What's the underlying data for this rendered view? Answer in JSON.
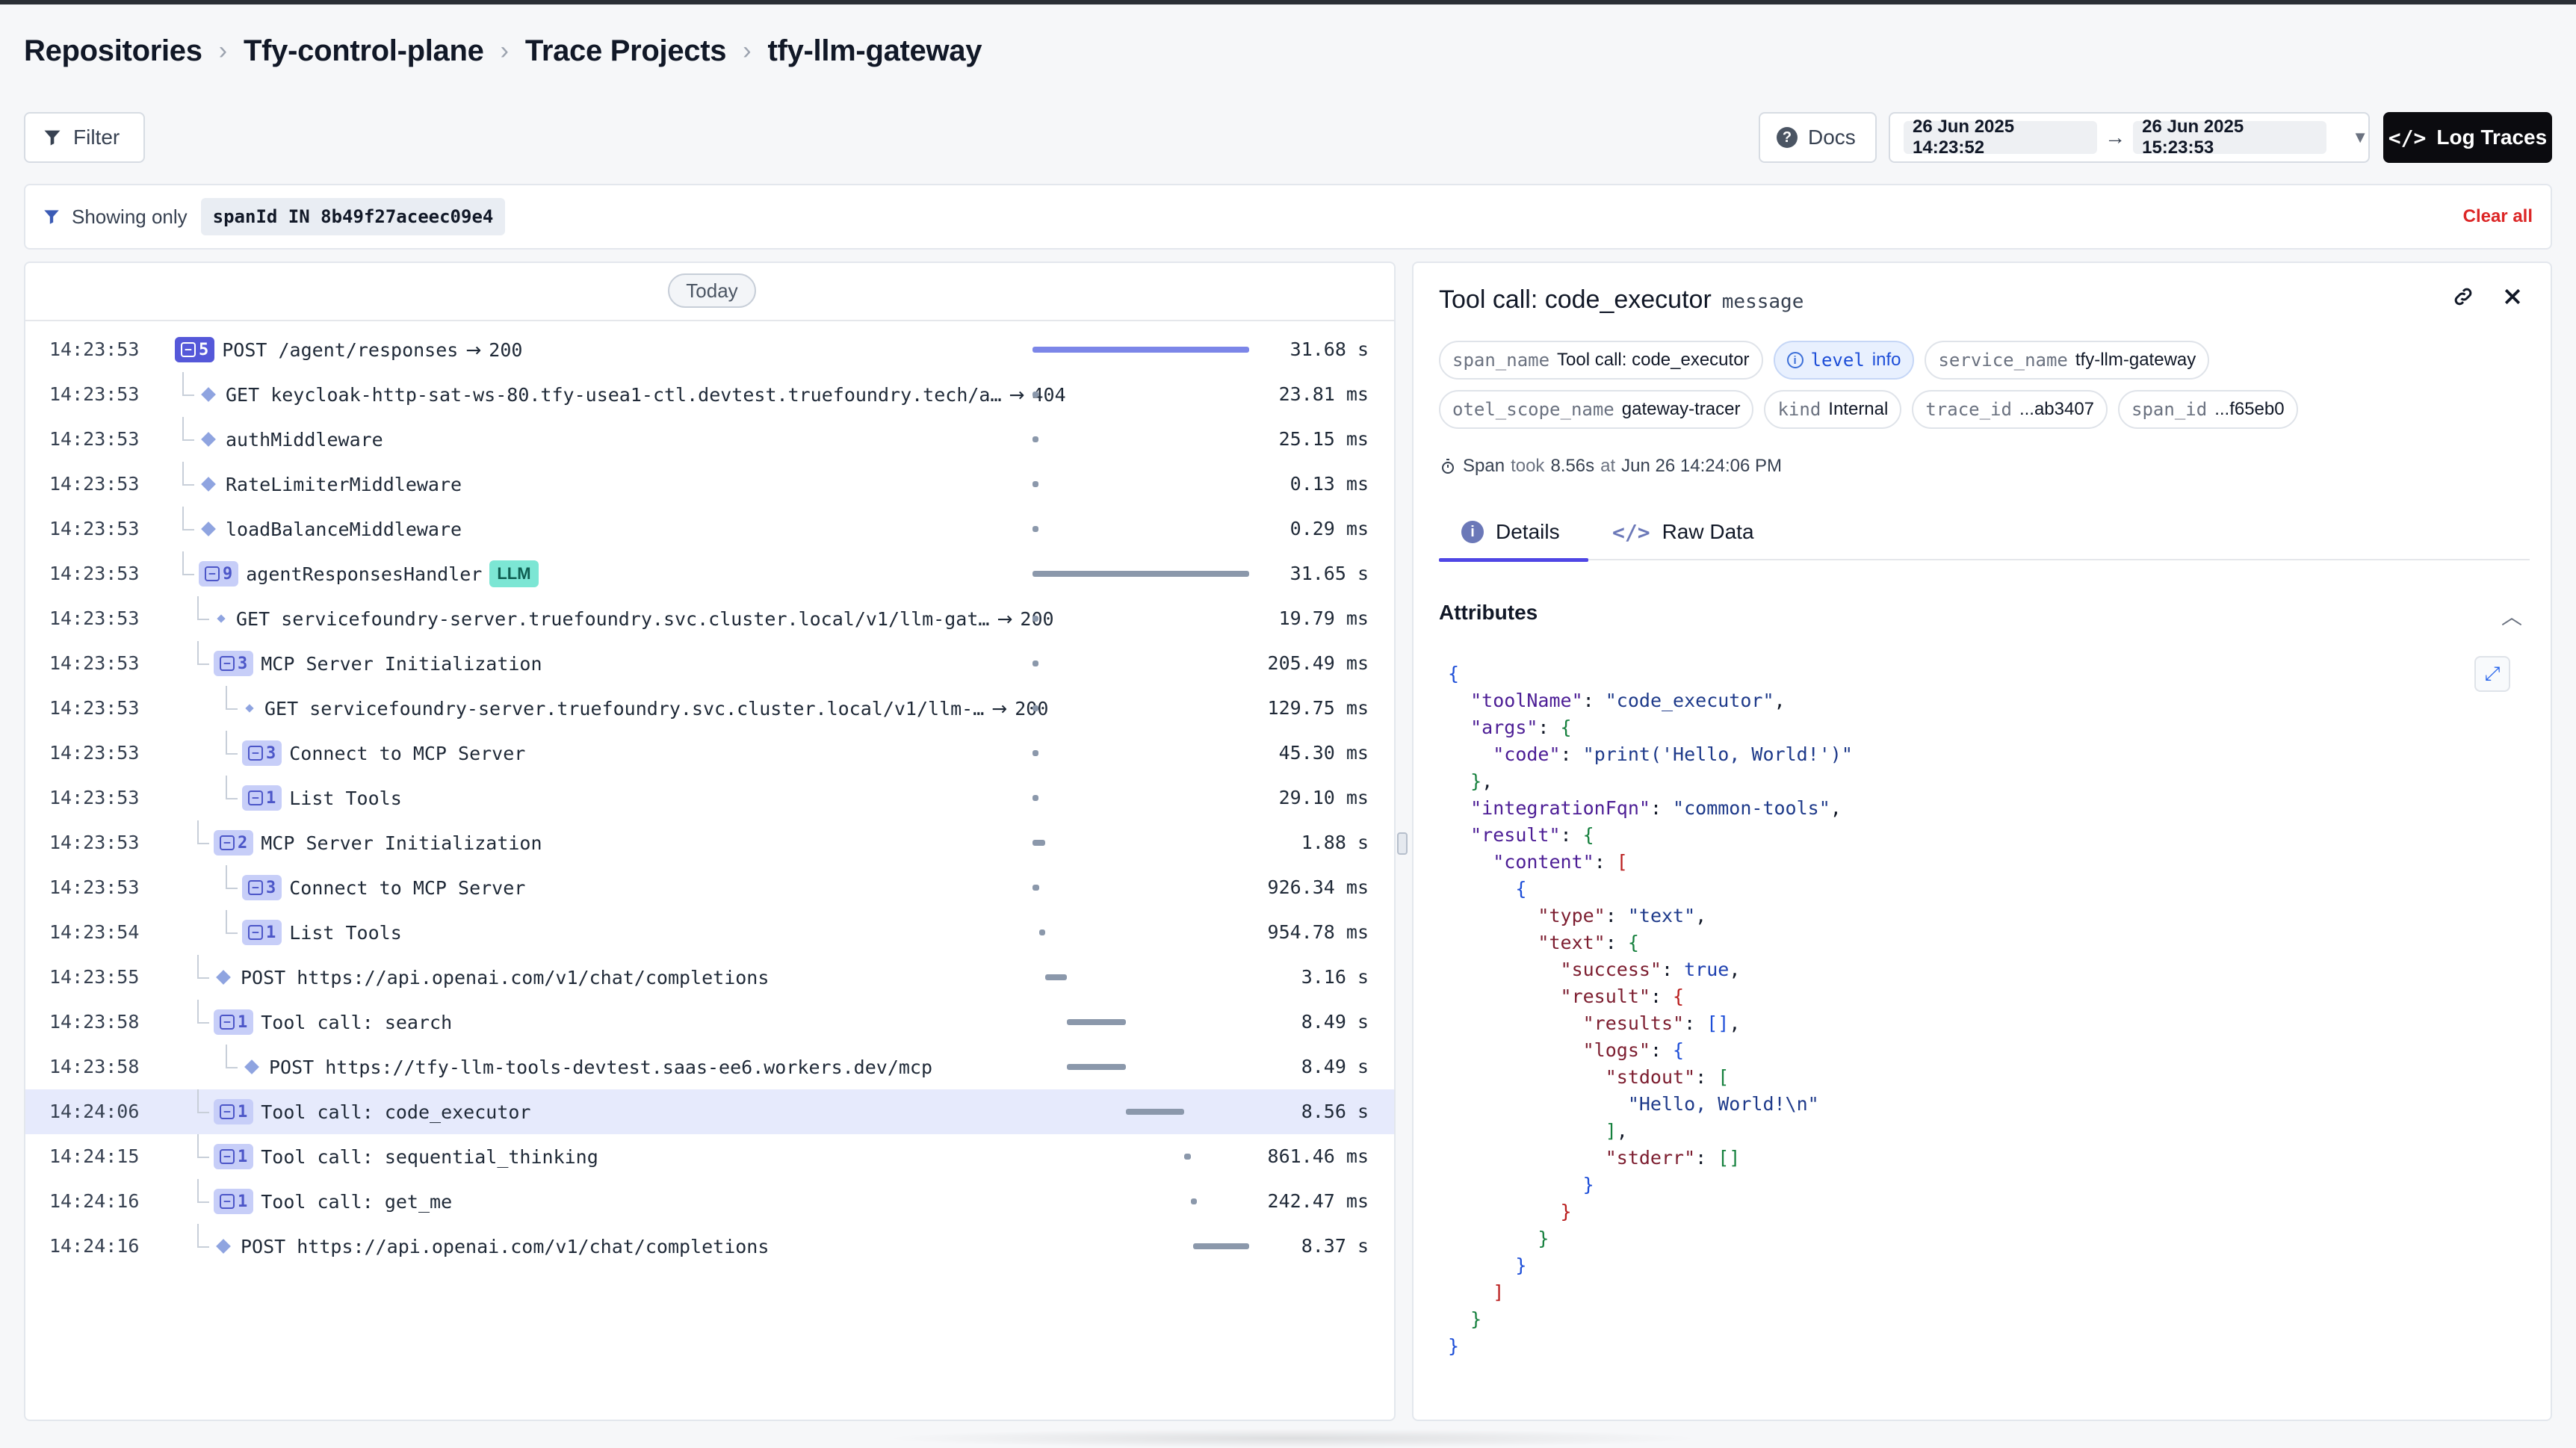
{
  "breadcrumb": [
    "Repositories",
    "Tfy-control-plane",
    "Trace Projects",
    "tfy-llm-gateway"
  ],
  "toolbar": {
    "filter_label": "Filter",
    "docs_label": "Docs",
    "start_date": "26 Jun 2025 14:23:52",
    "end_date": "26 Jun 2025 15:23:53",
    "log_traces_label": "Log Traces"
  },
  "showing": {
    "label": "Showing only",
    "filter_chip": "spanId IN 8b49f27aceec09e4",
    "clear_label": "Clear all"
  },
  "trace": {
    "group_label": "Today",
    "rows": [
      {
        "time": "14:23:53",
        "indent": 0,
        "badge": "5",
        "badge_dark": true,
        "label": "POST /agent/responses",
        "status": "200",
        "dur": "31.68 s",
        "bar": [
          0.0,
          1.0
        ],
        "primary": true
      },
      {
        "time": "14:23:53",
        "indent": 1,
        "leaf": true,
        "label": "GET keycloak-http-sat-ws-80.tfy-usea1-ctl.devtest.truefoundry.tech/a…",
        "status": "404",
        "dur": "23.81 ms",
        "bar": [
          0.0,
          0.01
        ]
      },
      {
        "time": "14:23:53",
        "indent": 1,
        "leaf": true,
        "label": "authMiddleware",
        "dur": "25.15 ms",
        "bar": [
          0.0,
          0.01
        ]
      },
      {
        "time": "14:23:53",
        "indent": 1,
        "leaf": true,
        "label": "RateLimiterMiddleware",
        "dur": "0.13 ms",
        "bar": [
          0.0,
          0.01
        ]
      },
      {
        "time": "14:23:53",
        "indent": 1,
        "leaf": true,
        "label": "loadBalanceMiddleware",
        "dur": "0.29 ms",
        "bar": [
          0.0,
          0.01
        ]
      },
      {
        "time": "14:23:53",
        "indent": 1,
        "badge": "9",
        "label": "agentResponsesHandler",
        "llm": "LLM",
        "dur": "31.65 s",
        "bar": [
          0.0,
          1.0
        ]
      },
      {
        "time": "14:23:53",
        "indent": 2,
        "leaf": true,
        "small": true,
        "label": "GET servicefoundry-server.truefoundry.svc.cluster.local/v1/llm-gat…",
        "status": "200",
        "dur": "19.79 ms",
        "bar": [
          0.0,
          0.01
        ]
      },
      {
        "time": "14:23:53",
        "indent": 2,
        "badge": "3",
        "label": "MCP Server Initialization",
        "dur": "205.49 ms",
        "bar": [
          0.0,
          0.01
        ]
      },
      {
        "time": "14:23:53",
        "indent": 3,
        "leaf": true,
        "small": true,
        "label": "GET servicefoundry-server.truefoundry.svc.cluster.local/v1/llm-…",
        "status": "200",
        "dur": "129.75 ms",
        "bar": [
          0.0,
          0.01
        ]
      },
      {
        "time": "14:23:53",
        "indent": 3,
        "badge": "3",
        "label": "Connect to MCP Server",
        "dur": "45.30 ms",
        "bar": [
          0.0,
          0.01
        ]
      },
      {
        "time": "14:23:53",
        "indent": 3,
        "badge": "1",
        "label": "List Tools",
        "dur": "29.10 ms",
        "bar": [
          0.0,
          0.01
        ]
      },
      {
        "time": "14:23:53",
        "indent": 2,
        "badge": "2",
        "label": "MCP Server Initialization",
        "dur": "1.88 s",
        "bar": [
          0.0,
          0.06
        ]
      },
      {
        "time": "14:23:53",
        "indent": 3,
        "badge": "3",
        "label": "Connect to MCP Server",
        "dur": "926.34 ms",
        "bar": [
          0.0,
          0.03
        ]
      },
      {
        "time": "14:23:54",
        "indent": 3,
        "badge": "1",
        "label": "List Tools",
        "dur": "954.78 ms",
        "bar": [
          0.03,
          0.03
        ]
      },
      {
        "time": "14:23:55",
        "indent": 2,
        "leaf": true,
        "label": "POST https://api.openai.com/v1/chat/completions",
        "dur": "3.16 s",
        "bar": [
          0.06,
          0.1
        ]
      },
      {
        "time": "14:23:58",
        "indent": 2,
        "badge": "1",
        "label": "Tool call: search",
        "dur": "8.49 s",
        "bar": [
          0.16,
          0.27
        ]
      },
      {
        "time": "14:23:58",
        "indent": 3,
        "leaf": true,
        "label": "POST https://tfy-llm-tools-devtest.saas-ee6.workers.dev/mcp",
        "dur": "8.49 s",
        "bar": [
          0.16,
          0.27
        ]
      },
      {
        "time": "14:24:06",
        "indent": 2,
        "badge": "1",
        "label": "Tool call: code_executor",
        "dur": "8.56 s",
        "bar": [
          0.43,
          0.27
        ],
        "selected": true
      },
      {
        "time": "14:24:15",
        "indent": 2,
        "badge": "1",
        "label": "Tool call: sequential_thinking",
        "dur": "861.46 ms",
        "bar": [
          0.7,
          0.03
        ]
      },
      {
        "time": "14:24:16",
        "indent": 2,
        "badge": "1",
        "label": "Tool call: get_me",
        "dur": "242.47 ms",
        "bar": [
          0.73,
          0.01
        ]
      },
      {
        "time": "14:24:16",
        "indent": 2,
        "leaf": true,
        "label": "POST https://api.openai.com/v1/chat/completions",
        "dur": "8.37 s",
        "bar": [
          0.74,
          0.26
        ]
      }
    ]
  },
  "detail": {
    "title": "Tool call: code_executor",
    "type": "message",
    "chips": [
      {
        "k": "span_name",
        "v": "Tool call: code_executor"
      },
      {
        "k": "level",
        "v": "info",
        "info": true
      },
      {
        "k": "service_name",
        "v": "tfy-llm-gateway"
      },
      {
        "k": "otel_scope_name",
        "v": "gateway-tracer"
      },
      {
        "k": "kind",
        "v": "Internal"
      },
      {
        "k": "trace_id",
        "v": "...ab3407"
      },
      {
        "k": "span_id",
        "v": "...f65eb0"
      }
    ],
    "span_prefix": "Span",
    "took_word": "took",
    "took_value": "8.56s",
    "at_word": "at",
    "at_value": "Jun 26 14:24:06 PM",
    "tab_details": "Details",
    "tab_raw": "Raw Data",
    "attributes_label": "Attributes",
    "attributes": {
      "toolName": "code_executor",
      "args": {
        "code": "print('Hello, World!')"
      },
      "integrationFqn": "common-tools",
      "result": {
        "content": [
          {
            "type": "text",
            "text": {
              "success": true,
              "result": {
                "results": [],
                "logs": {
                  "stdout": [
                    "Hello, World!\\n"
                  ],
                  "stderr": []
                }
              }
            }
          }
        ]
      }
    }
  },
  "colors": {
    "accent": "#4f46e5",
    "llm_badge": "#7ce6d4",
    "selected_row": "#e6eafc",
    "clear_all": "#dc2626"
  }
}
